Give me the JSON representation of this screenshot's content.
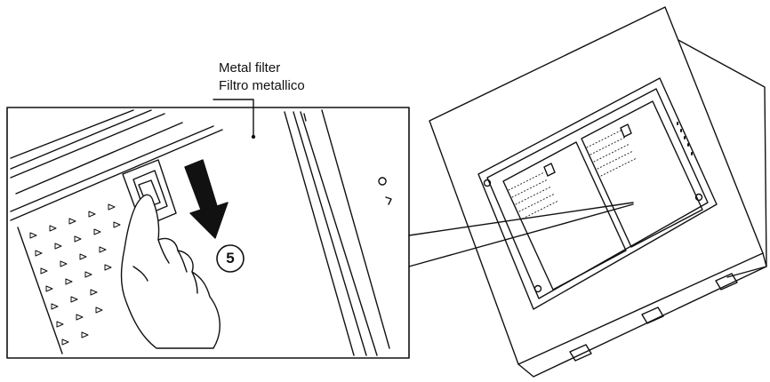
{
  "callout": {
    "label_en": "Metal filter",
    "label_it": "Filtro metallico"
  },
  "step": {
    "number": "5"
  },
  "icons": {
    "arrow": "arrow-down-left-icon",
    "hand": "hand-icon",
    "step_badge": "step-number-badge"
  },
  "colors": {
    "line": "#111111",
    "background": "#ffffff"
  }
}
